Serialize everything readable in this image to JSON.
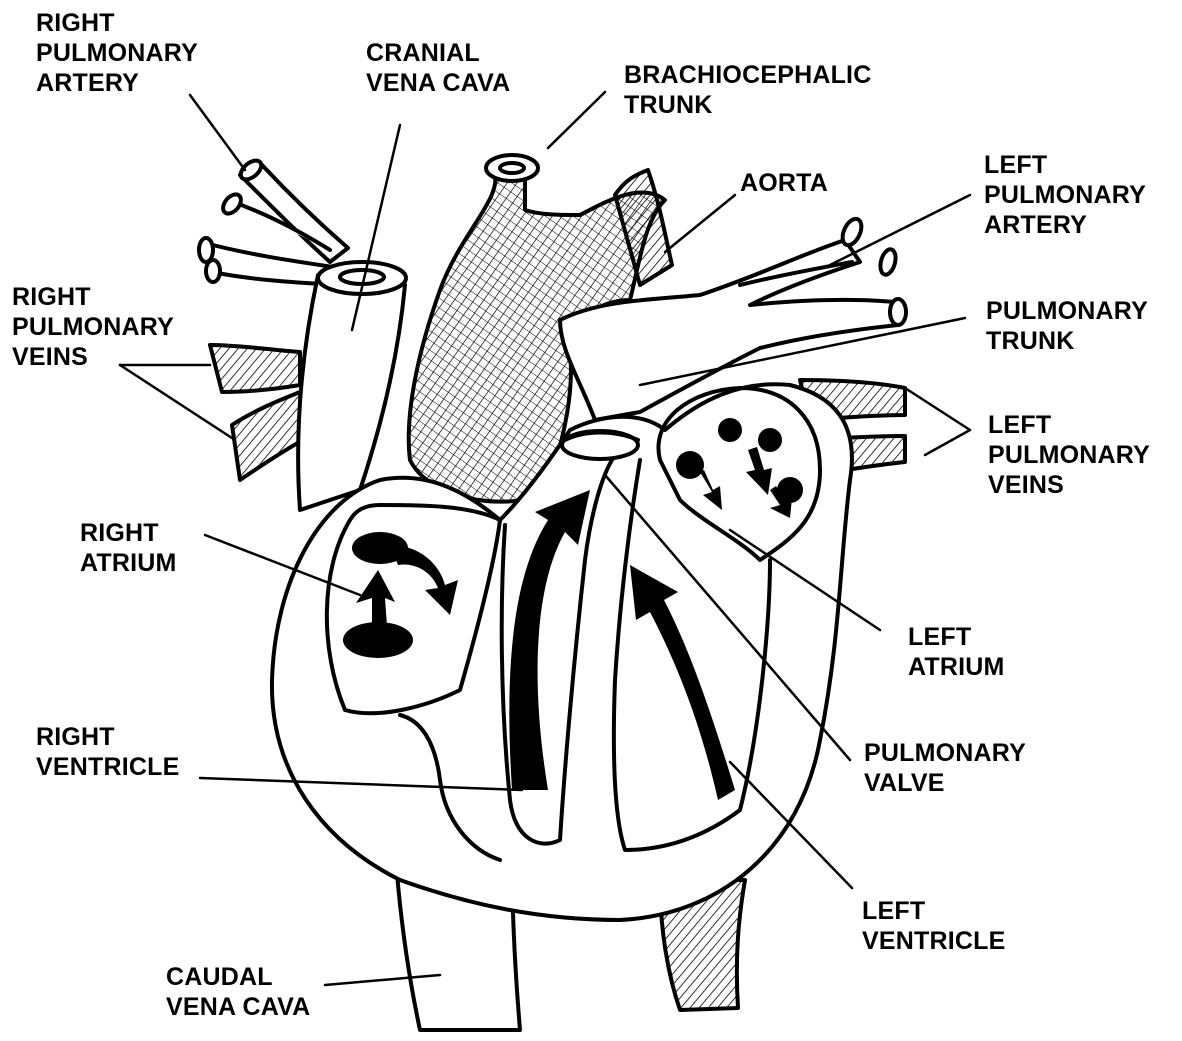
{
  "labels": {
    "right_pulmonary_artery": [
      "RIGHT",
      "PULMONARY",
      "ARTERY"
    ],
    "cranial_vena_cava": [
      "CRANIAL",
      "VENA CAVA"
    ],
    "brachiocephalic_trunk": [
      "BRACHIOCEPHALIC",
      "TRUNK"
    ],
    "aorta": [
      "AORTA"
    ],
    "left_pulmonary_artery": [
      "LEFT",
      "PULMONARY",
      "ARTERY"
    ],
    "right_pulmonary_veins": [
      "RIGHT",
      "PULMONARY",
      "VEINS"
    ],
    "pulmonary_trunk": [
      "PULMONARY",
      "TRUNK"
    ],
    "left_pulmonary_veins": [
      "LEFT",
      "PULMONARY",
      "VEINS"
    ],
    "right_atrium": [
      "RIGHT",
      "ATRIUM"
    ],
    "left_atrium": [
      "LEFT",
      "ATRIUM"
    ],
    "right_ventricle": [
      "RIGHT",
      "VENTRICLE"
    ],
    "pulmonary_valve": [
      "PULMONARY",
      "VALVE"
    ],
    "left_ventricle": [
      "LEFT",
      "VENTRICLE"
    ],
    "caudal_vena_cava": [
      "CAUDAL",
      "VENA CAVA"
    ]
  },
  "colors": {
    "ink": "#000000",
    "paper": "#ffffff"
  }
}
